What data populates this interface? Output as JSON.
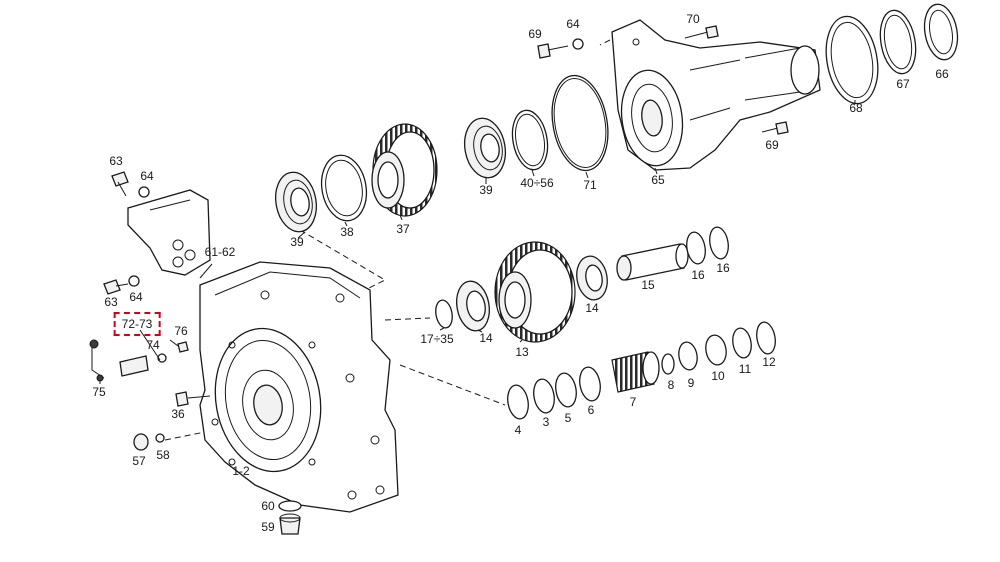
{
  "accent_color": "#d0021b",
  "labels": {
    "p69a": "69",
    "p64a": "64",
    "p70": "70",
    "p68": "68",
    "p67": "67",
    "p66": "66",
    "p69b": "69",
    "p65": "65",
    "p71": "71",
    "p40_56": "40÷56",
    "p39a": "39",
    "p37": "37",
    "p38": "38",
    "p39b": "39",
    "p63a": "63",
    "p64b": "64",
    "p61_62": "61-62",
    "p63b": "63",
    "p64c": "64",
    "p72_73": "72-73",
    "p76": "76",
    "p74": "74",
    "p75": "75",
    "p36": "36",
    "p57": "57",
    "p58": "58",
    "p1_2": "1-2",
    "p60": "60",
    "p59": "59",
    "p17_35": "17÷35",
    "p14a": "14",
    "p13": "13",
    "p14b": "14",
    "p15": "15",
    "p16a": "16",
    "p16b": "16",
    "p4": "4",
    "p3": "3",
    "p5": "5",
    "p6": "6",
    "p7": "7",
    "p8": "8",
    "p9": "9",
    "p10": "10",
    "p11": "11",
    "p12": "12"
  }
}
